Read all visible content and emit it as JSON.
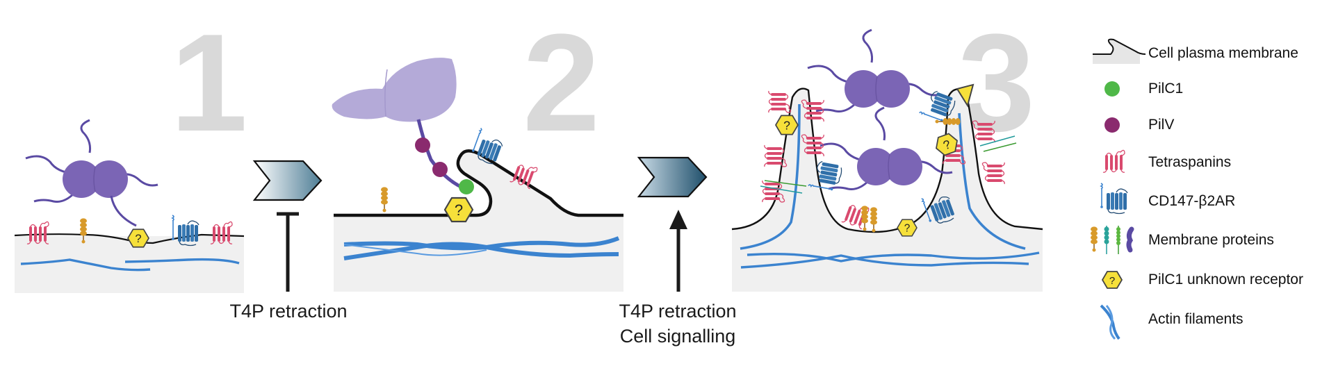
{
  "colors": {
    "membrane_line": "#111111",
    "cytoplasm": "#f0f0f0",
    "bacterium": "#7b65b5",
    "pilus": "#5a4aa3",
    "pilc1": "#4fb848",
    "pilv": "#8a2a6e",
    "tetraspanin": "#d94a6e",
    "cd147_b2ar": "#2f6ea8",
    "receptor_fill": "#f6e03a",
    "receptor_stroke": "#444444",
    "actin": "#3b83cf",
    "stage_number": "#d9d9d9",
    "host_cell_blob": "#b4aad8"
  },
  "stages": [
    {
      "number": "1"
    },
    {
      "number": "2"
    },
    {
      "number": "3"
    }
  ],
  "transitions": [
    {
      "id": "1-to-2",
      "arrow_type": "inhibition",
      "caption_lines": [
        "T4P retraction"
      ]
    },
    {
      "id": "2-to-3",
      "arrow_type": "activation",
      "caption_lines": [
        "T4P retraction",
        "Cell signalling"
      ]
    }
  ],
  "receptor_symbol": "?",
  "legend": {
    "items": [
      {
        "icon": "membrane-icon",
        "label": "Cell plasma membrane"
      },
      {
        "icon": "pilc1-dot-icon",
        "label": "PilC1"
      },
      {
        "icon": "pilv-dot-icon",
        "label": "PilV"
      },
      {
        "icon": "tetraspanin-icon",
        "label": "Tetraspanins"
      },
      {
        "icon": "cd147-b2ar-icon",
        "label": "CD147-β2AR"
      },
      {
        "icon": "membrane-proteins-icon",
        "label": "Membrane proteins"
      },
      {
        "icon": "unknown-receptor-icon",
        "label": "PilC1 unknown receptor"
      },
      {
        "icon": "actin-filament-icon",
        "label": "Actin filaments"
      }
    ]
  }
}
